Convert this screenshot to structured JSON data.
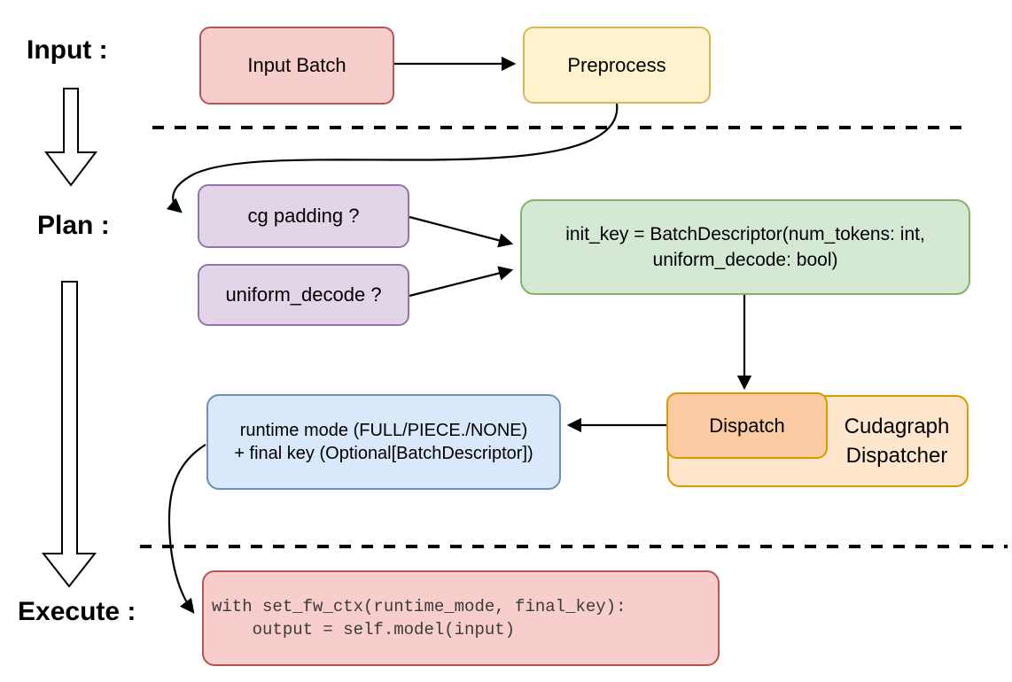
{
  "diagram": {
    "stages": {
      "input_label": "Input :",
      "plan_label": "Plan :",
      "execute_label": "Execute :"
    },
    "nodes": {
      "input_batch": {
        "label": "Input Batch",
        "fill": "#F8CECC",
        "stroke": "#B85450"
      },
      "preprocess": {
        "label": "Preprocess",
        "fill": "#FFF2CC",
        "stroke": "#D6B656"
      },
      "cg_padding": {
        "label": "cg padding ?",
        "fill": "#E1D5E7",
        "stroke": "#9673A6"
      },
      "uniform_decode": {
        "label": "uniform_decode ?",
        "fill": "#E1D5E7",
        "stroke": "#9673A6"
      },
      "init_key": {
        "line1": "init_key = BatchDescriptor(num_tokens: int,",
        "line2": "uniform_decode: bool)",
        "fill": "#D5E8D4",
        "stroke": "#82B366"
      },
      "dispatch": {
        "label": "Dispatch",
        "fill": "#FACBA3",
        "stroke": "#D79B00"
      },
      "cudagraph_dispatcher": {
        "line1": "Cudagraph",
        "line2": "Dispatcher",
        "fill": "#FFE6CC",
        "stroke": "#D79B00"
      },
      "runtime_mode": {
        "line1": "runtime mode (FULL/PIECE./NONE)",
        "line2": "+ final key (Optional[BatchDescriptor])",
        "fill": "#DAE8FC",
        "stroke": "#6C8EBF"
      },
      "execute_code": {
        "line1": "with set_fw_ctx(runtime_mode, final_key):",
        "line2": "    output = self.model(input)",
        "fill": "#F8CECC",
        "stroke": "#B85450"
      }
    },
    "edges": [
      {
        "from": "input_batch",
        "to": "preprocess",
        "style": "straight-arrow"
      },
      {
        "from": "preprocess",
        "to": "cg_padding",
        "style": "curved-arrow"
      },
      {
        "from": "cg_padding",
        "to": "init_key",
        "style": "straight-arrow"
      },
      {
        "from": "uniform_decode",
        "to": "init_key",
        "style": "straight-arrow"
      },
      {
        "from": "init_key",
        "to": "dispatch",
        "style": "straight-arrow"
      },
      {
        "from": "dispatch",
        "to": "runtime_mode",
        "style": "straight-arrow"
      },
      {
        "from": "runtime_mode",
        "to": "execute_code",
        "style": "curved-arrow"
      }
    ],
    "separators": {
      "count": 2,
      "style": "black-dashed"
    }
  }
}
